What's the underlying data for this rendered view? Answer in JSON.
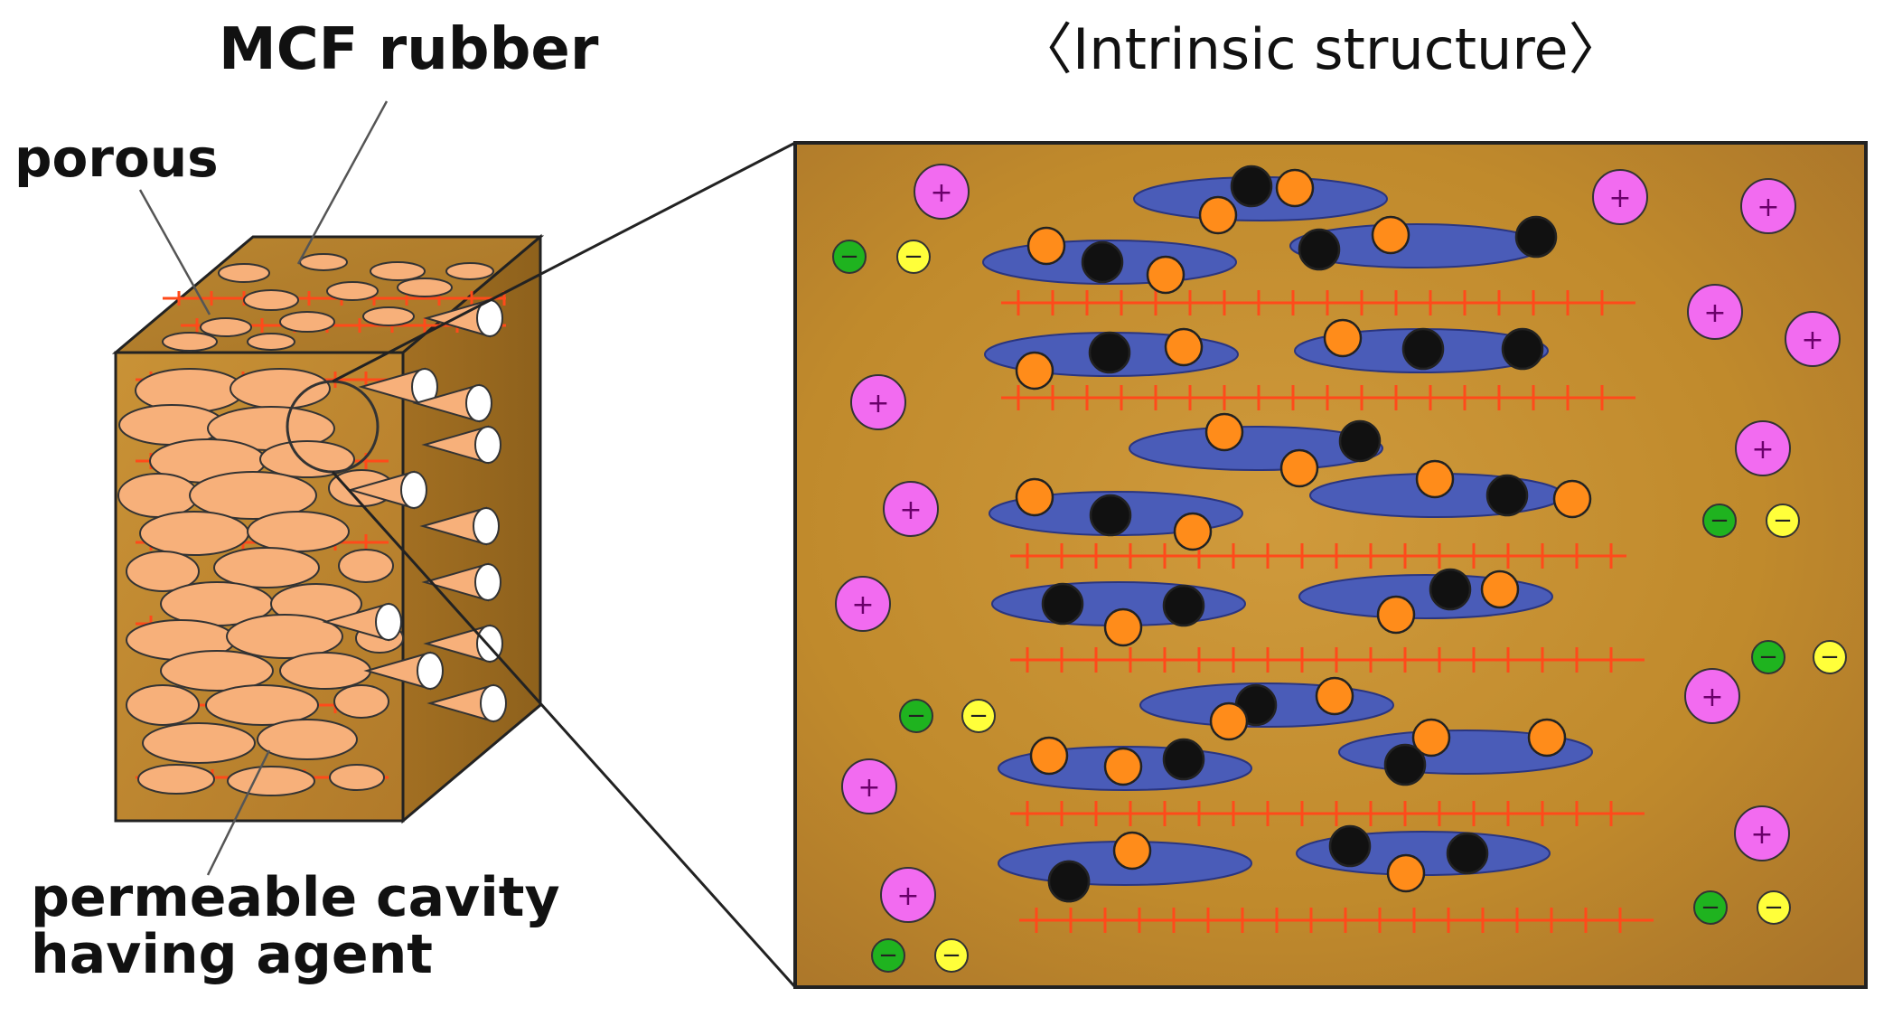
{
  "labels": {
    "mcf_rubber": "MCF rubber",
    "porous": "porous",
    "cavity_line1": "permeable cavity",
    "cavity_line2": "having agent",
    "intrinsic_structure": "〈Intrinsic structure〉"
  },
  "ion_symbols": {
    "positive": "+",
    "negative": "−"
  },
  "colors": {
    "rubber_matrix": "#c08a2c",
    "pore_fill": "#f7b07a",
    "fiber_fill": "#4a5cb8",
    "particle_orange": "#ff8c1a",
    "particle_black": "#111111",
    "cation": "#f26bf0",
    "anion_green": "#1fb31f",
    "anion_yellow": "#ffff3a",
    "crosslink": "#ff4a1a"
  }
}
